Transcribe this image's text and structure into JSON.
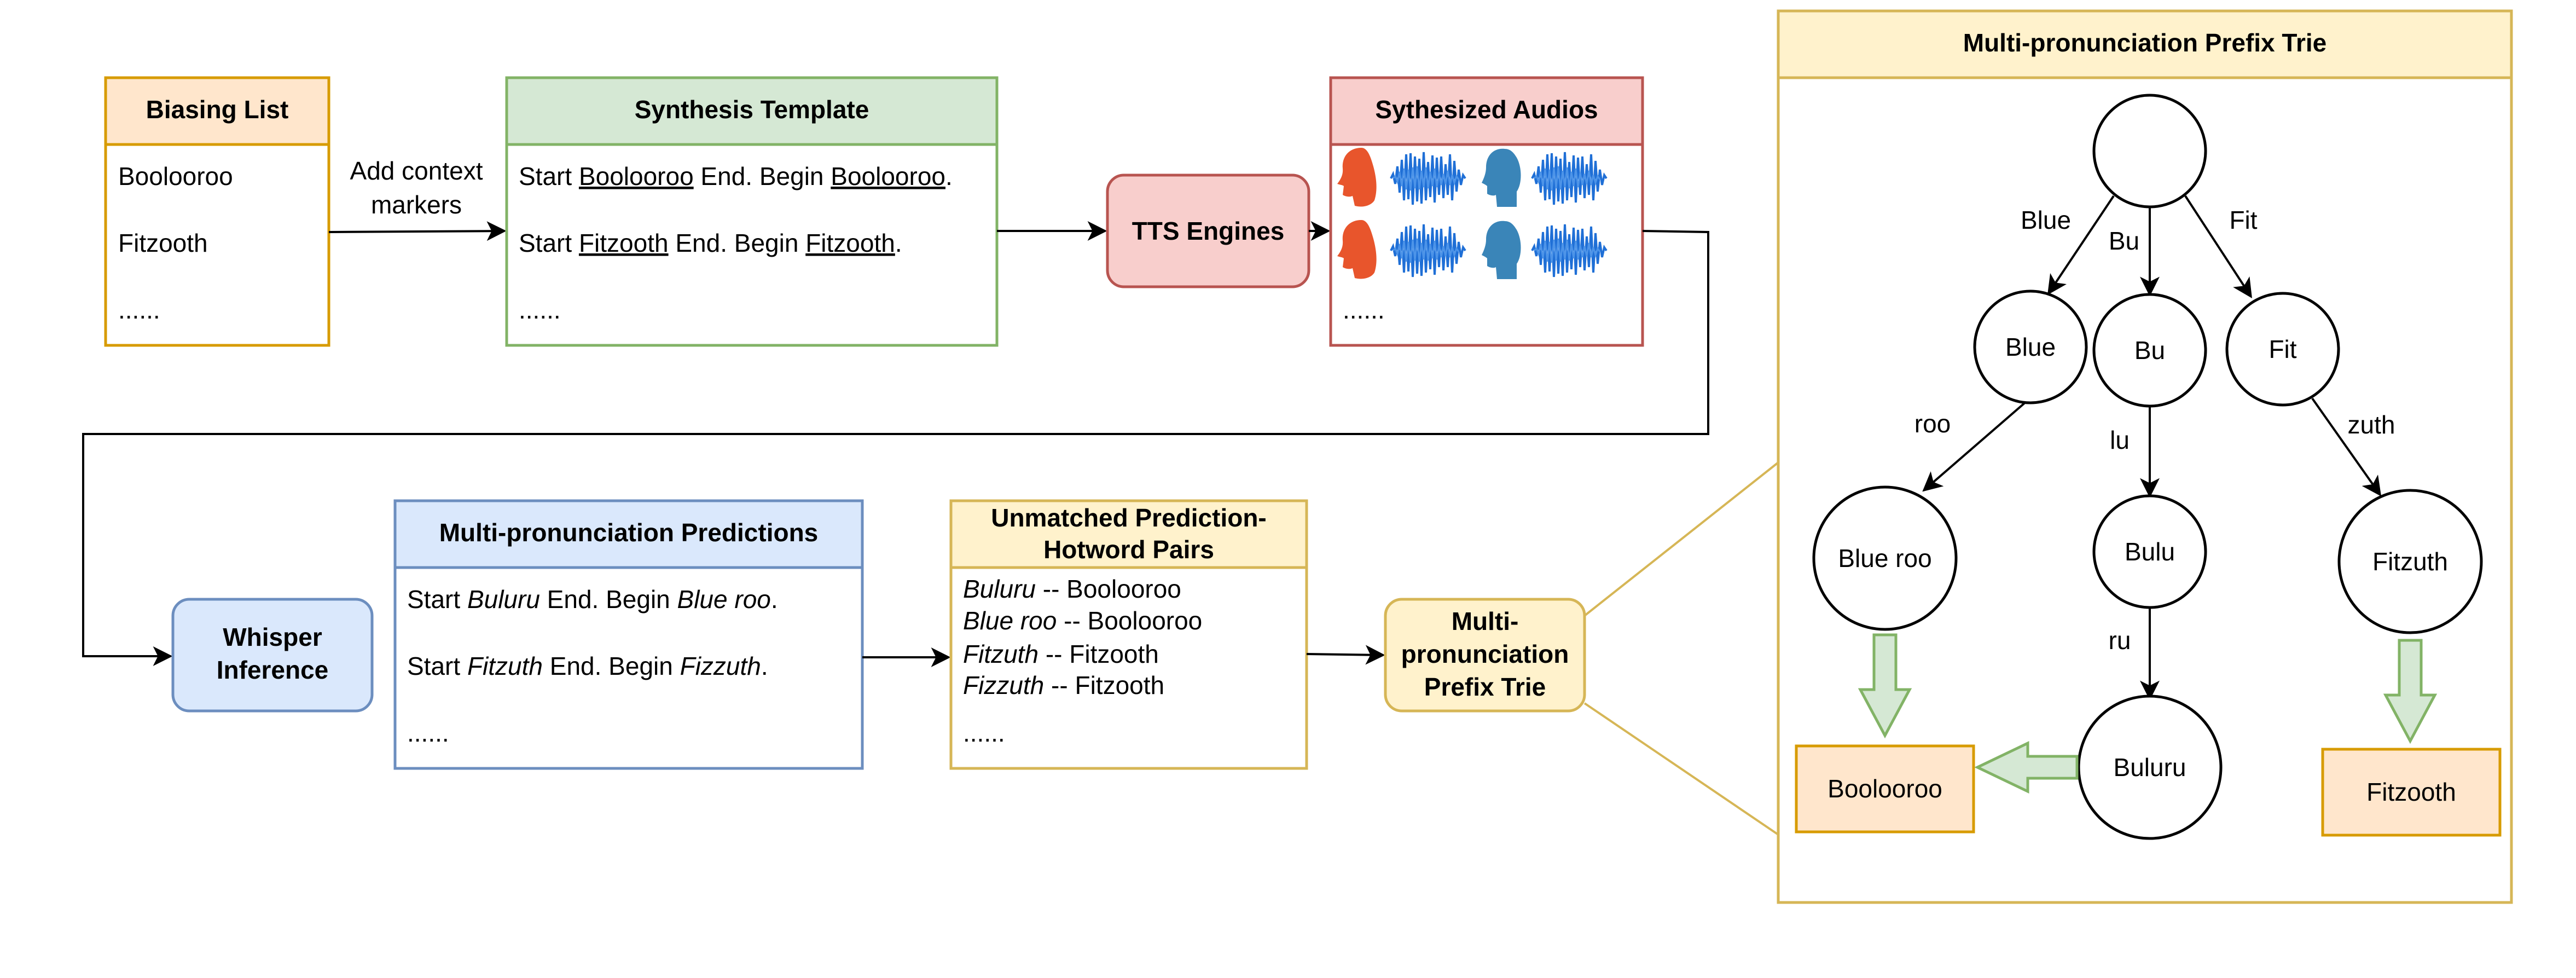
{
  "biasing_list": {
    "title": "Biasing List",
    "items": [
      "Boolooroo",
      "Fitzooth",
      "......"
    ]
  },
  "context_markers_label": [
    "Add context",
    "markers"
  ],
  "synthesis_template": {
    "title": "Synthesis Template",
    "line1": {
      "a": "Start ",
      "w1": "Boolooroo",
      "b": " End. Begin ",
      "w2": "Boolooroo",
      "c": "."
    },
    "line2": {
      "a": "Start ",
      "w1": "Fitzooth",
      "b": " End. Begin ",
      "w2": "Fitzooth",
      "c": "."
    },
    "more": "......"
  },
  "tts_engines": {
    "label": "TTS Engines"
  },
  "synthesized_audios": {
    "title": "Sythesized Audios",
    "more": "......"
  },
  "whisper": {
    "label_line1": "Whisper",
    "label_line2": "Inference"
  },
  "predictions": {
    "title": "Multi-pronunciation Predictions",
    "line1": {
      "a": "Start ",
      "p1": "Buluru",
      "b": " End. Begin ",
      "p2": "Blue roo",
      "c": "."
    },
    "line2": {
      "a": "Start ",
      "p1": "Fitzuth",
      "b": " End. Begin ",
      "p2": "Fizzuth",
      "c": "."
    },
    "more": "......"
  },
  "unmatched_pairs": {
    "title_line1": "Unmatched Prediction-",
    "title_line2": "Hotword Pairs",
    "pairs": [
      {
        "pred": "Buluru",
        "sep": " -- ",
        "word": "Boolooroo"
      },
      {
        "pred": "Blue roo",
        "sep": " -- ",
        "word": "Boolooroo"
      },
      {
        "pred": "Fitzuth",
        "sep": " -- ",
        "word": "Fitzooth"
      },
      {
        "pred": "Fizzuth",
        "sep": " -- ",
        "word": "Fitzooth"
      }
    ],
    "more": "......"
  },
  "trie_node": {
    "line1": "Multi-",
    "line2": "pronunciation",
    "line3": "Prefix Trie"
  },
  "trie_panel": {
    "title": "Multi-pronunciation Prefix Trie",
    "nodes": {
      "blue": "Blue",
      "bu": "Bu",
      "fit": "Fit",
      "blue_roo": "Blue roo",
      "bulu": "Bulu",
      "fitzuth": "Fitzuth",
      "buluru": "Buluru"
    },
    "edges": {
      "blue": "Blue",
      "bu": "Bu",
      "fit": "Fit",
      "roo": "roo",
      "lu": "lu",
      "zuth": "zuth",
      "ru": "ru"
    },
    "targets": {
      "boolooroo": "Boolooroo",
      "fitzooth": "Fitzooth"
    }
  },
  "colors": {
    "orange_fill": "#ffe6cc",
    "orange_stroke": "#d79b00",
    "green_fill": "#d5e8d4",
    "green_stroke": "#82b366",
    "red_fill": "#f8cecc",
    "red_stroke": "#b85450",
    "blue_fill": "#dae8fc",
    "blue_stroke": "#6c8ebf",
    "yellow_fill": "#fff2cc",
    "yellow_stroke": "#d6b656",
    "speaker_female": "#e8552c",
    "speaker_male": "#3a85b8",
    "waveform": "#1f6fd6"
  }
}
